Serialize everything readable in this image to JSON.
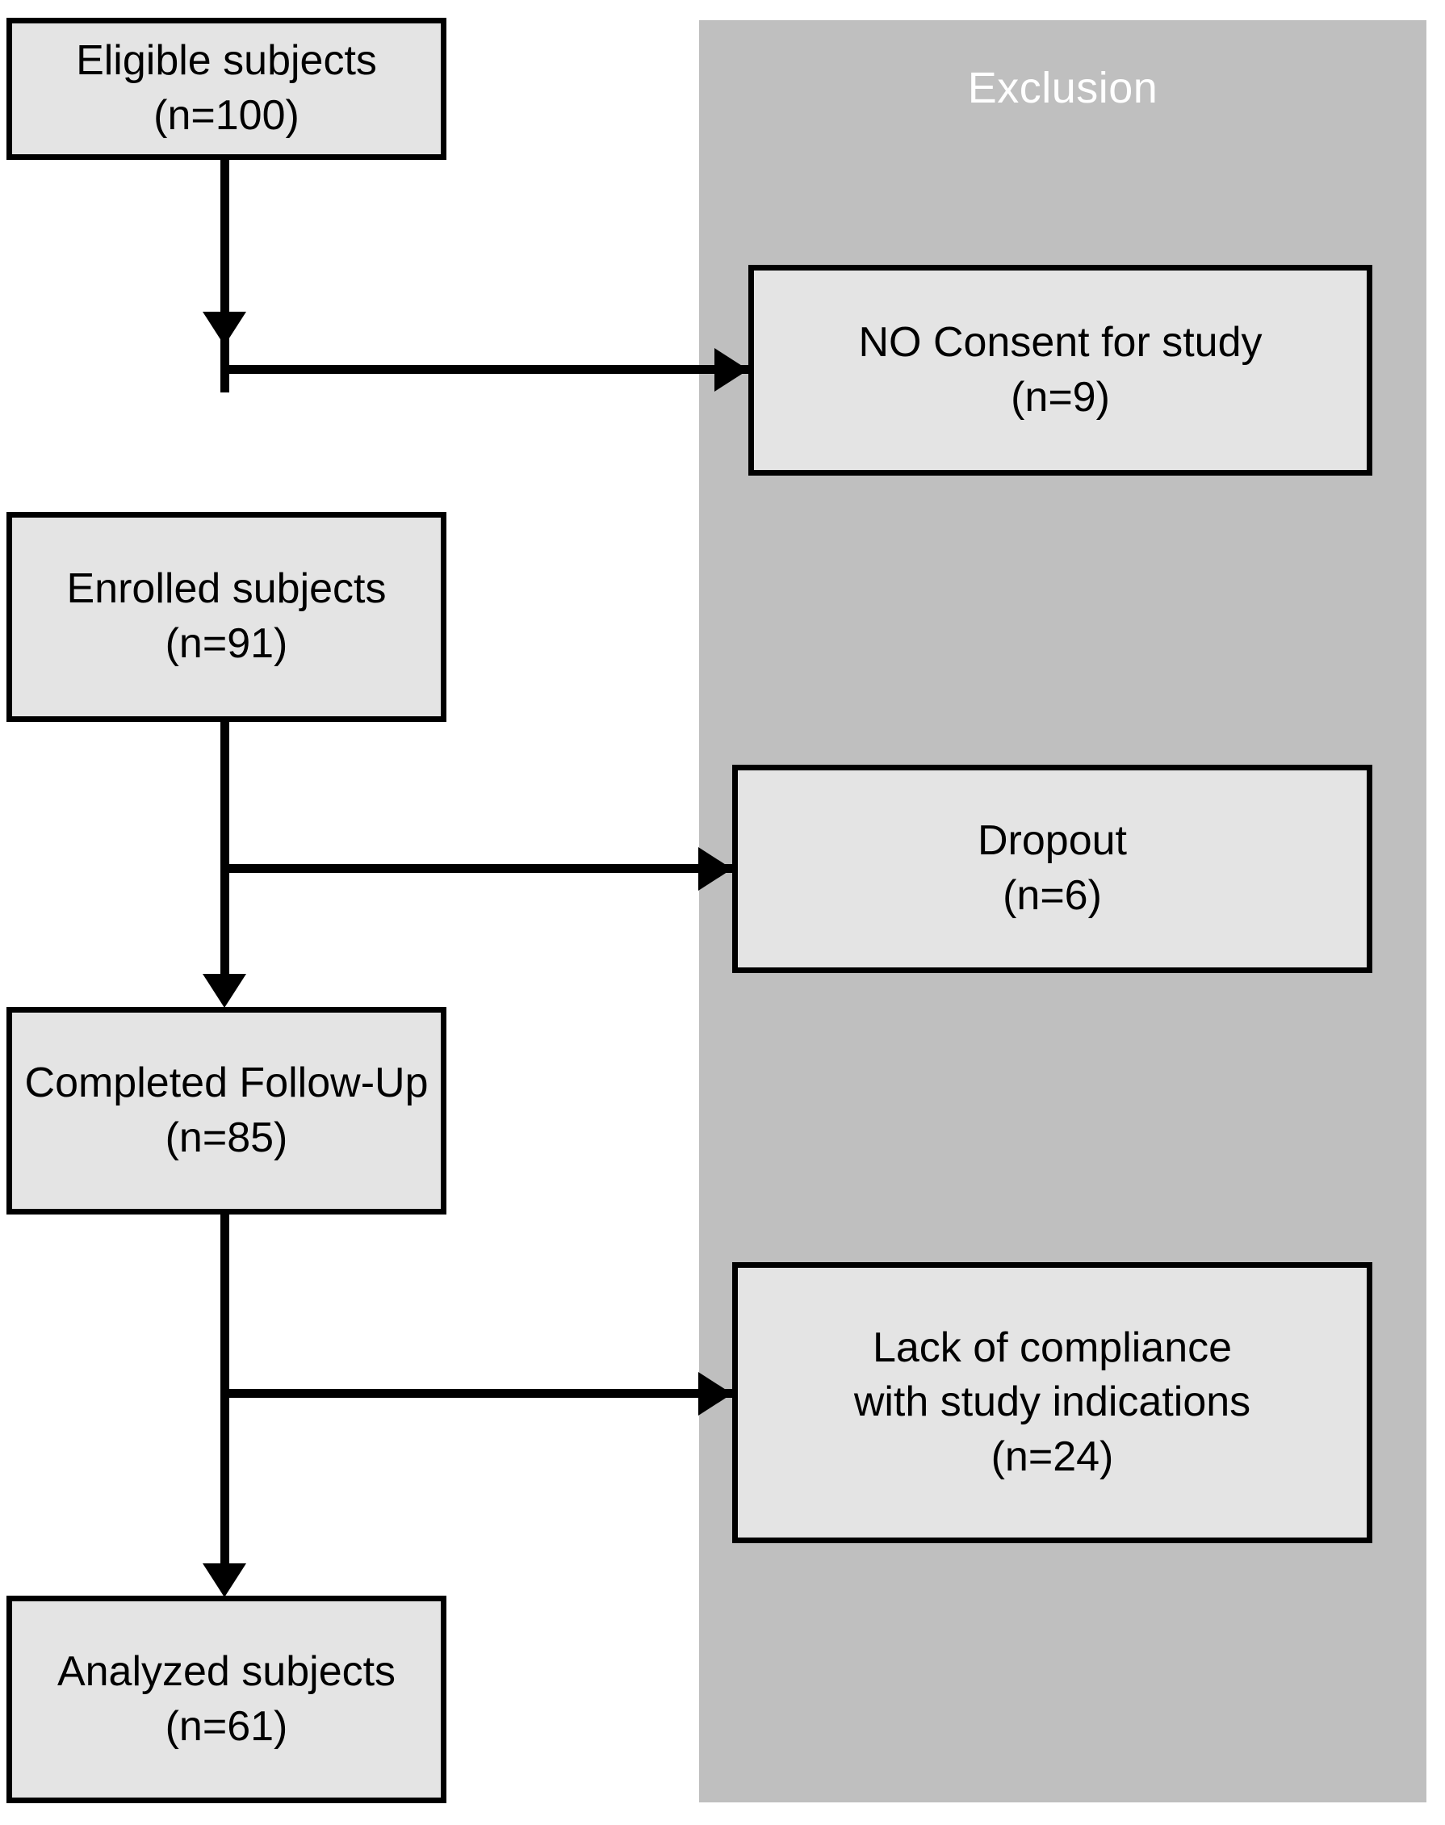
{
  "diagram": {
    "type": "study-flow-diagram",
    "exclusion_panel": {
      "title": "Exclusion",
      "background_color": "#BFBFBF",
      "title_color": "#FFFFFF"
    },
    "node_style": {
      "fill_color": "#E4E4E4",
      "border_color": "#000000",
      "text_color": "#000000"
    },
    "main_flow": [
      {
        "id": "eligible",
        "label": "Eligible subjects",
        "count_label": "(n=100)",
        "count": 100
      },
      {
        "id": "enrolled",
        "label": "Enrolled subjects",
        "count_label": "(n=91)",
        "count": 91
      },
      {
        "id": "completed",
        "label": "Completed Follow-Up",
        "count_label": "(n=85)",
        "count": 85
      },
      {
        "id": "analyzed",
        "label": "Analyzed subjects",
        "count_label": "(n=61)",
        "count": 61
      }
    ],
    "exclusions": [
      {
        "id": "no-consent",
        "line1": "NO Consent for study",
        "line2": "",
        "count_label": "(n=9)",
        "count": 9
      },
      {
        "id": "dropout",
        "line1": "Dropout",
        "line2": "",
        "count_label": "(n=6)",
        "count": 6
      },
      {
        "id": "lack-of-compliance",
        "line1": "Lack of compliance",
        "line2": "with study indications",
        "count_label": "(n=24)",
        "count": 24
      }
    ]
  }
}
